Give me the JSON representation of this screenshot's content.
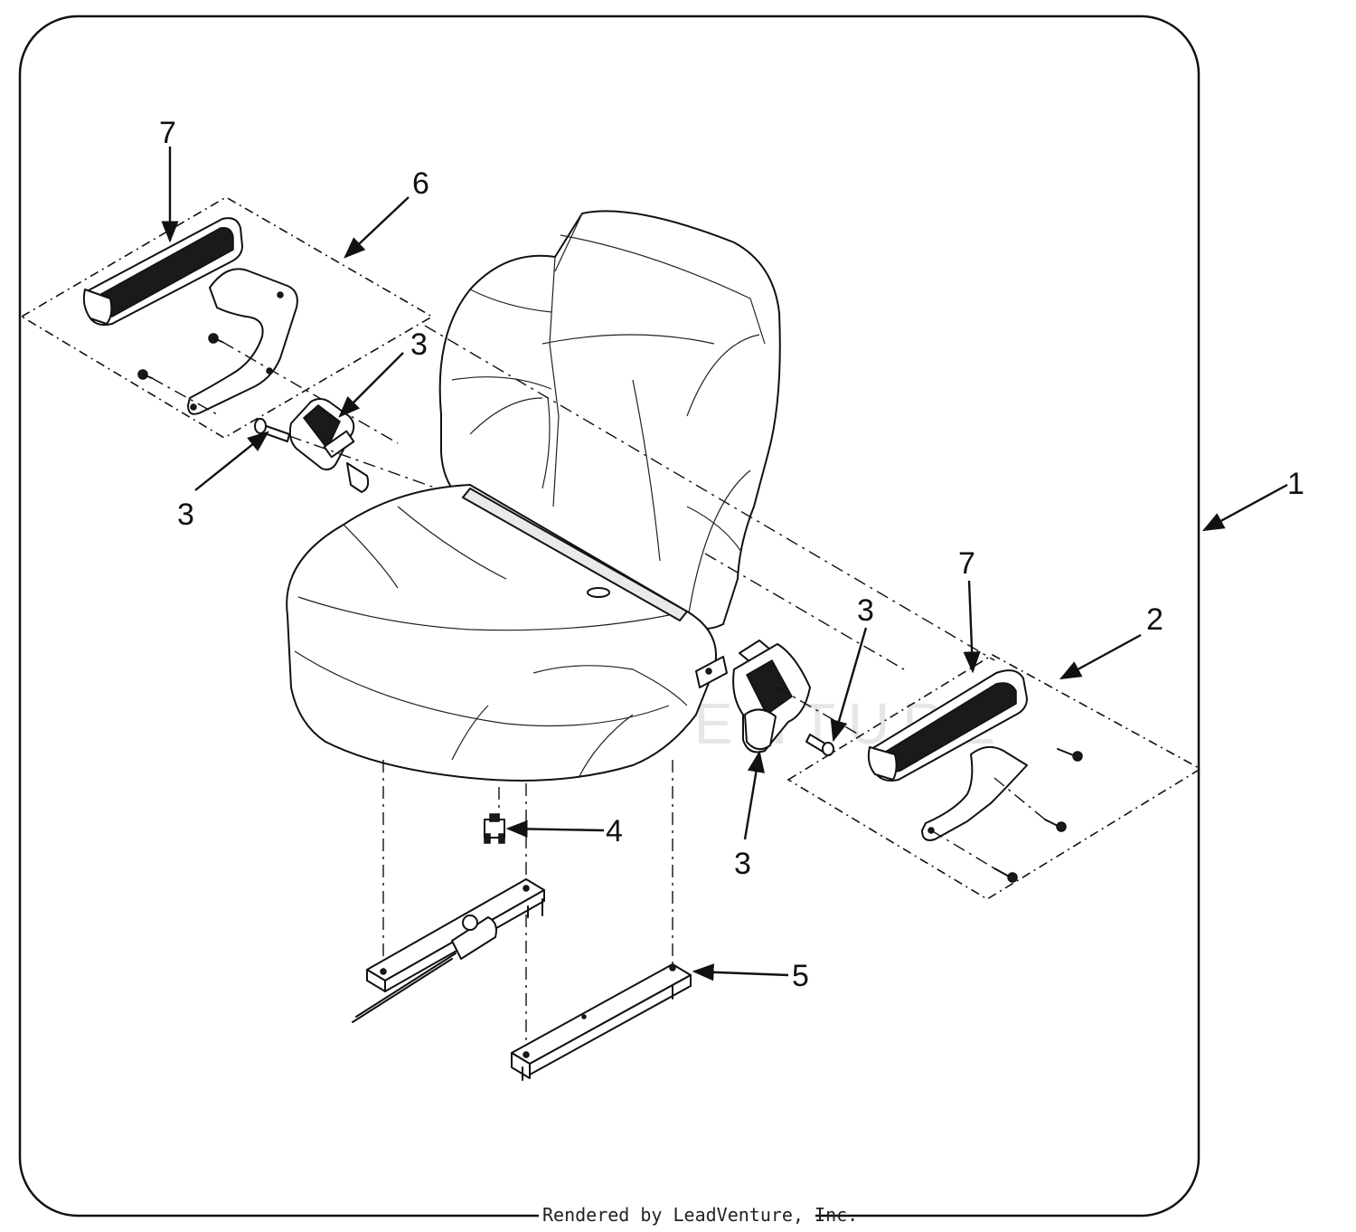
{
  "diagram": {
    "watermark_text": "LEADVENTURE",
    "footer_text": "Rendered by LeadVenture, Inc.",
    "callouts": {
      "assembly": "1",
      "right_armrest_kit": "2",
      "belt_upper_left": "3",
      "bolt_left": "3",
      "belt_upper_right": "3",
      "belt_lower_right": "3",
      "switch": "4",
      "slide_rail": "5",
      "left_armrest_kit": "6",
      "armrest_left": "7",
      "armrest_right": "7"
    }
  }
}
